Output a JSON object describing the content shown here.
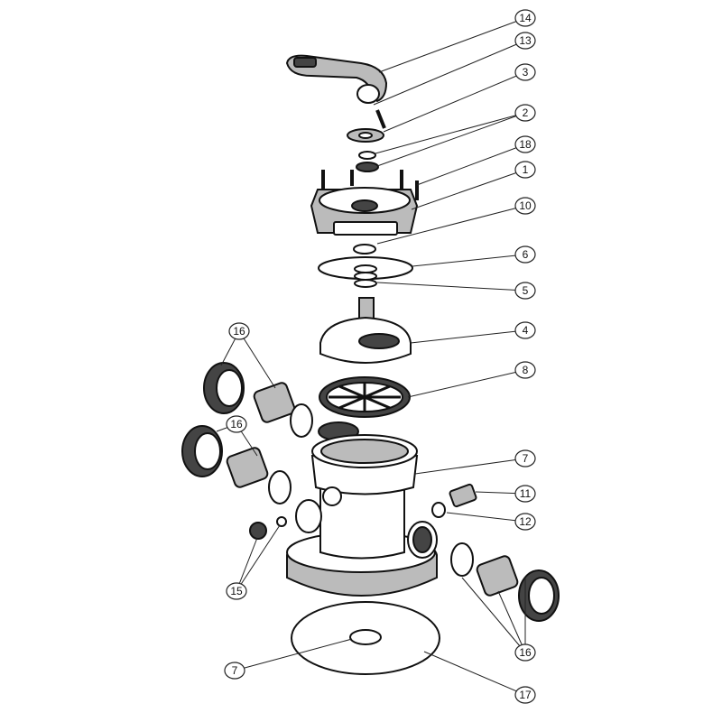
{
  "diagram": {
    "type": "exploded-parts-view",
    "callouts": [
      "14",
      "13",
      "3",
      "2",
      "18",
      "1",
      "10",
      "6",
      "5",
      "4",
      "8",
      "7",
      "11",
      "12",
      "16",
      "17",
      "16",
      "16",
      "15",
      "7"
    ]
  }
}
